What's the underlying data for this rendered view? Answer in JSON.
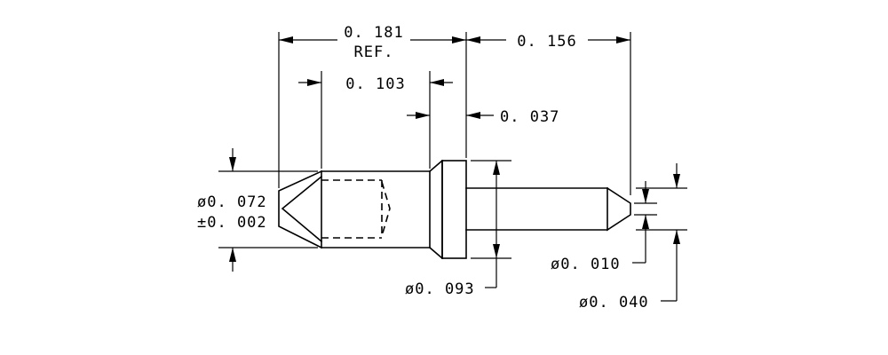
{
  "drawing": {
    "dimensions": {
      "overall_length": "0. 181",
      "overall_length_note": "REF.",
      "body_length": "0. 103",
      "collar_width": "0. 037",
      "pin_length": "0. 156",
      "body_diameter": "ø0. 072",
      "body_diameter_tolerance": "±0. 002",
      "collar_diameter": "ø0. 093",
      "tip_diameter": "ø0. 010",
      "pin_diameter": "ø0. 040"
    }
  }
}
